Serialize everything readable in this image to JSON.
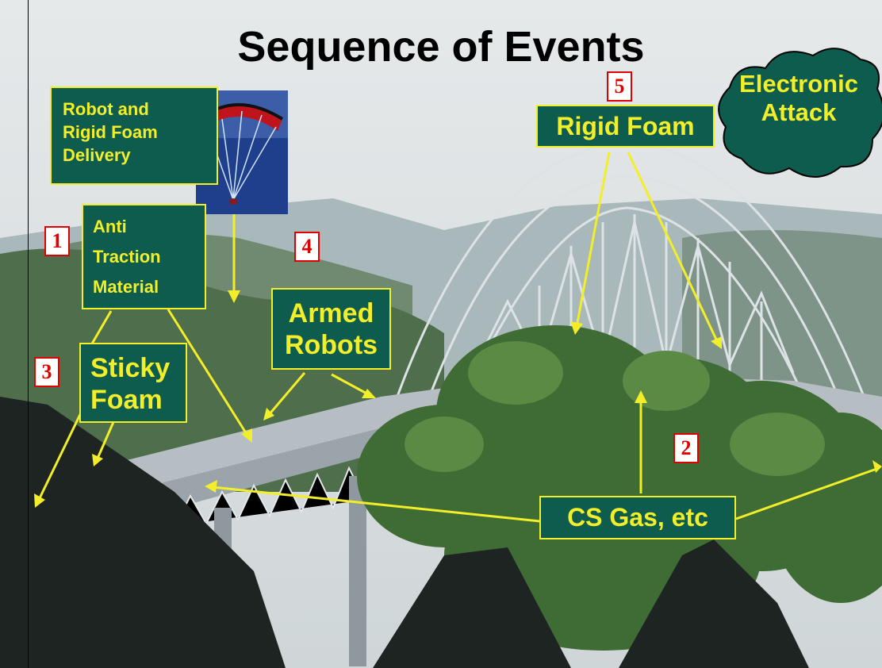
{
  "title": "Sequence of Events",
  "labels": {
    "delivery": [
      "Robot and",
      "Rigid Foam",
      "Delivery"
    ],
    "anti_traction": [
      "Anti",
      "Traction",
      "Material"
    ],
    "sticky_foam": [
      "Sticky",
      "Foam"
    ],
    "armed_robots": [
      "Armed",
      "Robots"
    ],
    "rigid_foam": "Rigid Foam",
    "cs_gas": "CS Gas, etc",
    "electronic_attack": [
      "Electronic",
      "Attack"
    ]
  },
  "numbers": {
    "n1": "1",
    "n2": "2",
    "n3": "3",
    "n4": "4",
    "n5": "5"
  },
  "colors": {
    "label_bg": "#0d5c4d",
    "label_text": "#f2ee2a",
    "arrow": "#f2ee2a",
    "number_border": "#e00000",
    "bridge": "#c9cfd4"
  }
}
